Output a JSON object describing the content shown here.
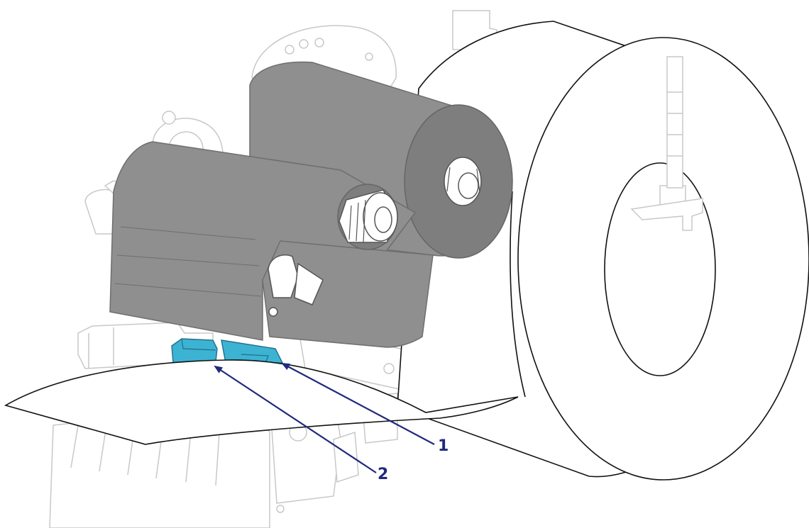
{
  "callouts": [
    {
      "number": "1",
      "target": "lever-guide"
    },
    {
      "number": "2",
      "target": "media-guide"
    }
  ],
  "colors": {
    "callout": "#1f2a7a",
    "ribbon": "#8f8f8f",
    "guide_accent": "#3db3d4",
    "outline": "#c8c8c8",
    "paper": "#ffffff"
  }
}
